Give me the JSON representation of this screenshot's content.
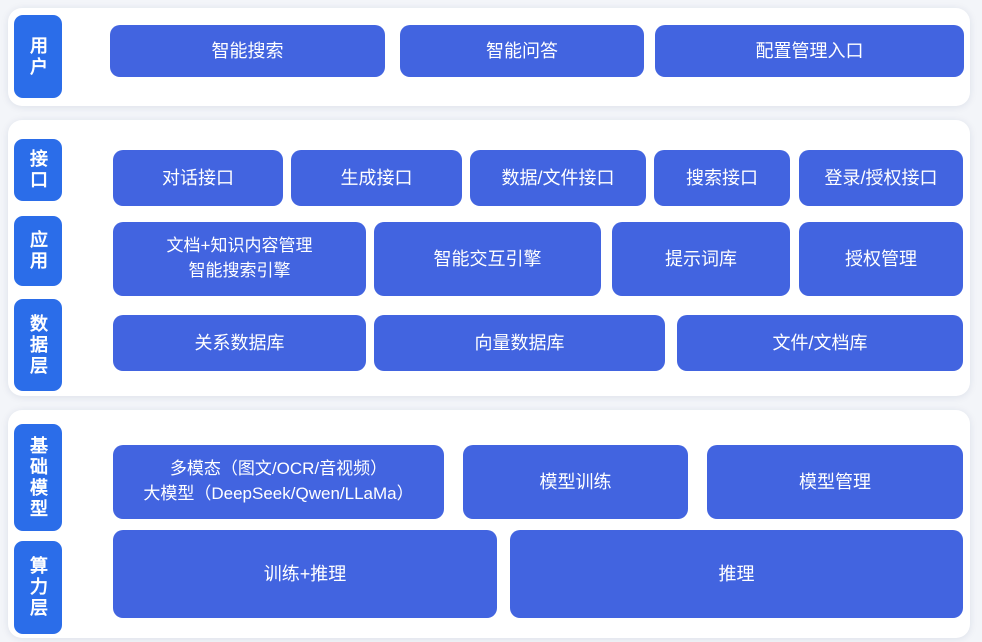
{
  "colors": {
    "page_bg": "#f3f5f9",
    "card_bg": "#ffffff",
    "side_label_bg": "#2b6de9",
    "block_bg": "#4264e0",
    "text_color": "#ffffff"
  },
  "user_layer": {
    "side_label": "用户",
    "blocks": [
      "智能搜索",
      "智能问答",
      "配置管理入口"
    ]
  },
  "middle_layer": {
    "side_labels": {
      "interface": "接口",
      "application": "应用",
      "data": "数据层"
    },
    "interface_row": [
      "对话接口",
      "生成接口",
      "数据/文件接口",
      "搜索接口",
      "登录/授权接口"
    ],
    "application_row": {
      "doc_engine_line1": "文档+知识内容管理",
      "doc_engine_line2": "智能搜索引擎",
      "interaction_engine": "智能交互引擎",
      "prompt_library": "提示词库",
      "auth_management": "授权管理"
    },
    "data_row": [
      "关系数据库",
      "向量数据库",
      "文件/文档库"
    ]
  },
  "bottom_layer": {
    "side_labels": {
      "base_model": "基础模型",
      "compute": "算力层"
    },
    "model_row": {
      "multimodal_line1": "多模态（图文/OCR/音视频）",
      "multimodal_line2": "大模型（DeepSeek/Qwen/LLaMa）",
      "training": "模型训练",
      "management": "模型管理"
    },
    "compute_row": {
      "train_inference": "训练+推理",
      "inference": "推理"
    }
  }
}
